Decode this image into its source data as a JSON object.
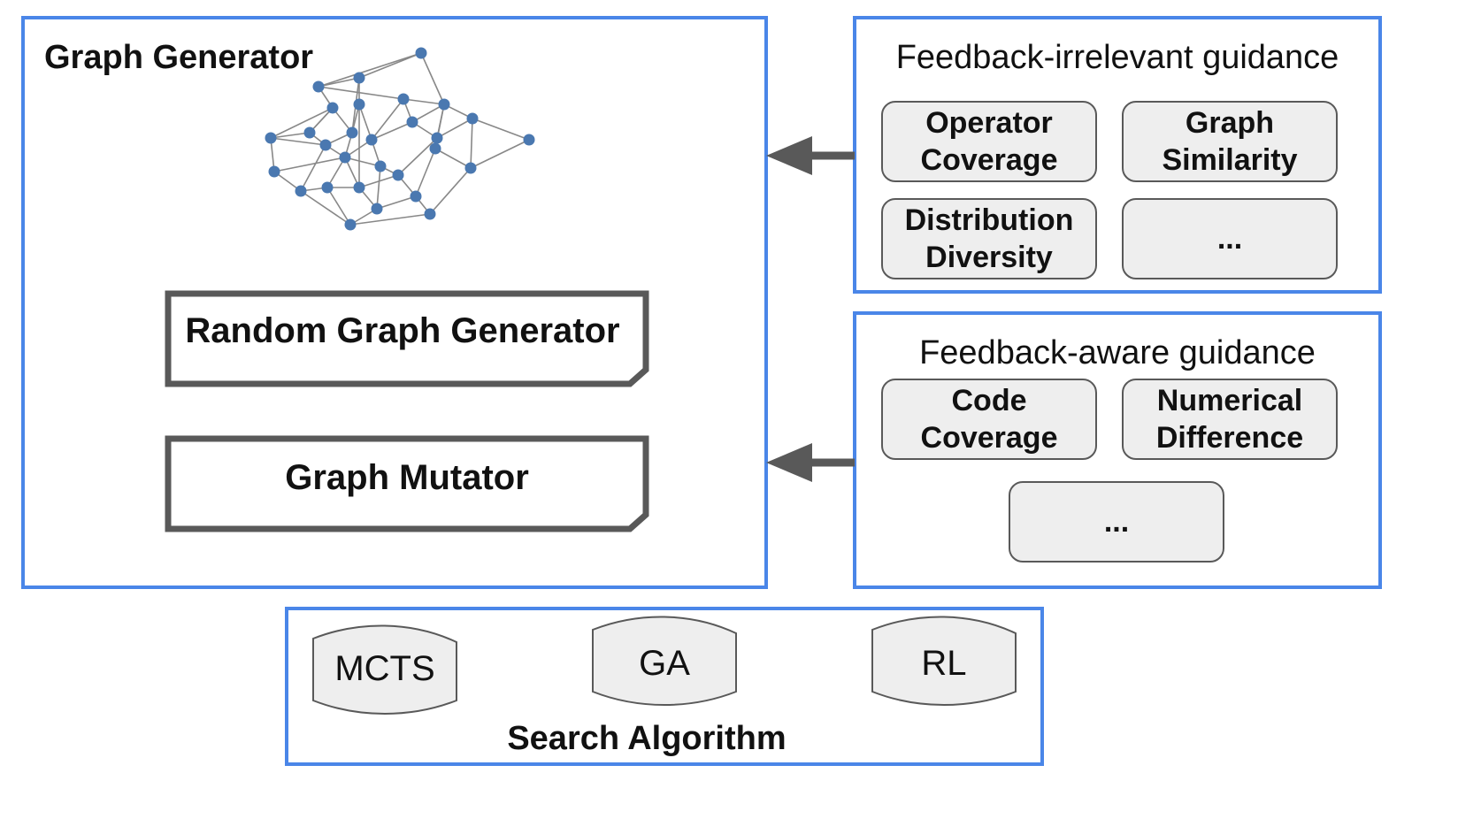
{
  "graph_generator": {
    "title": "Graph Generator",
    "random_generator_label": "Random Graph Generator",
    "mutator_label": "Graph Mutator"
  },
  "feedback_irrelevant": {
    "title": "Feedback-irrelevant guidance",
    "items": [
      {
        "line1": "Operator",
        "line2": "Coverage"
      },
      {
        "line1": "Graph",
        "line2": "Similarity"
      },
      {
        "line1": "Distribution",
        "line2": "Diversity"
      },
      {
        "line1": "...",
        "line2": ""
      }
    ]
  },
  "feedback_aware": {
    "title": "Feedback-aware guidance",
    "items": [
      {
        "line1": "Code",
        "line2": "Coverage"
      },
      {
        "line1": "Numerical",
        "line2": "Difference"
      },
      {
        "line1": "...",
        "line2": ""
      }
    ]
  },
  "search_algorithm": {
    "title": "Search Algorithm",
    "items": [
      "MCTS",
      "GA",
      "RL"
    ]
  },
  "colors": {
    "frame_blue": "#4a86e8",
    "node_blue": "#4a78b0",
    "edge_gray": "#888888",
    "arrow_gray": "#595959",
    "pill_fill": "#eeeeee"
  },
  "icons": [
    "network-graph-illustration",
    "left-arrow-icon",
    "document-shape",
    "wave-banner-shape"
  ]
}
